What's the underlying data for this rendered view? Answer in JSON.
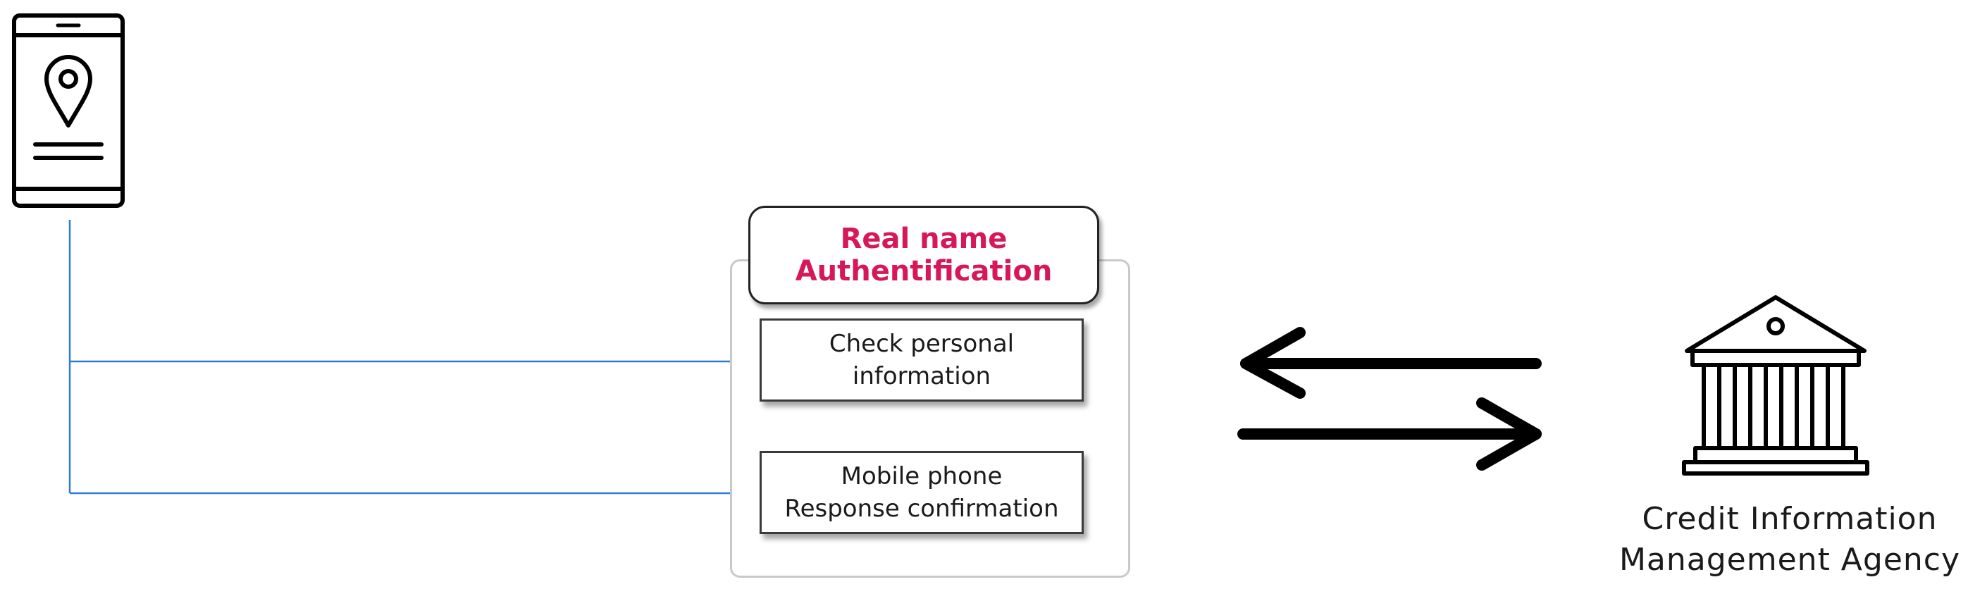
{
  "title": "Real name\nAuthentification",
  "steps": [
    {
      "label": "Check personal\ninformation"
    },
    {
      "label": "Mobile phone\nResponse confirmation"
    }
  ],
  "agency": {
    "label": "Credit Information\nManagement Agency"
  },
  "icons": {
    "phone": "mobile-phone-location-icon",
    "bank": "bank-building-icon",
    "exchange": "bidirectional-arrows-icon"
  },
  "colors": {
    "title": "#d6175a",
    "connector": "#2f7bd3",
    "frame": "#c9c9c9",
    "ink": "#000000"
  }
}
